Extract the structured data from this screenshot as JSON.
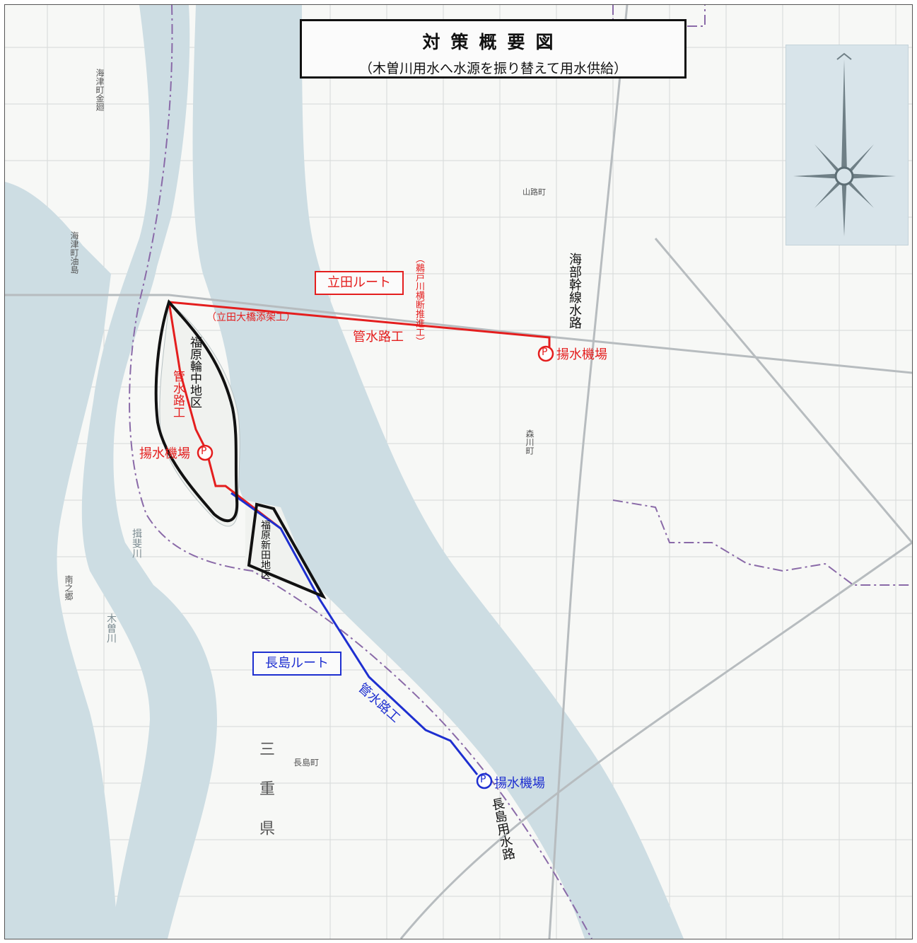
{
  "title": {
    "main": "対策概要図",
    "sub": "（木曽川用水へ水源を振り替えて用水供給）"
  },
  "routes": {
    "tatsuta": {
      "name": "立田ルート",
      "color": "#e41e1e",
      "bridge_note": "（立田大橋添架工）",
      "crossing_note": "（鵜戸川横断推進工）",
      "pipe_label": "管水路工",
      "pipe_label_vertical": "管水路工",
      "pump_east": "揚水機場",
      "pump_west": "揚水機場"
    },
    "nagashima": {
      "name": "長島ルート",
      "color": "#1e2fd0",
      "pipe_label": "管水路工",
      "pump": "揚水機場"
    }
  },
  "districts": [
    {
      "name": "福原輪中地区"
    },
    {
      "name": "福原新田地区"
    }
  ],
  "canals": {
    "kaifu": "海部幹線水路",
    "nagashima": "長島用水路"
  },
  "map_labels": {
    "mie_ken": "三重県",
    "kaizu_town": "海津町金廻",
    "kaizu_abu": "海津町油島",
    "yamajicho": "山路町",
    "morikawacho": "森川町",
    "minami_nagashima": "南之郷",
    "nagashimacho": "長島町",
    "kiso_river": "木曽川",
    "ibi_river": "揖斐川"
  },
  "pump_symbol": "P",
  "colors": {
    "water": "#cddde3",
    "land": "#f7f8f6",
    "road": "#b7bcbf",
    "district_outline": "#111111",
    "boundary": "#8a6aa8"
  }
}
